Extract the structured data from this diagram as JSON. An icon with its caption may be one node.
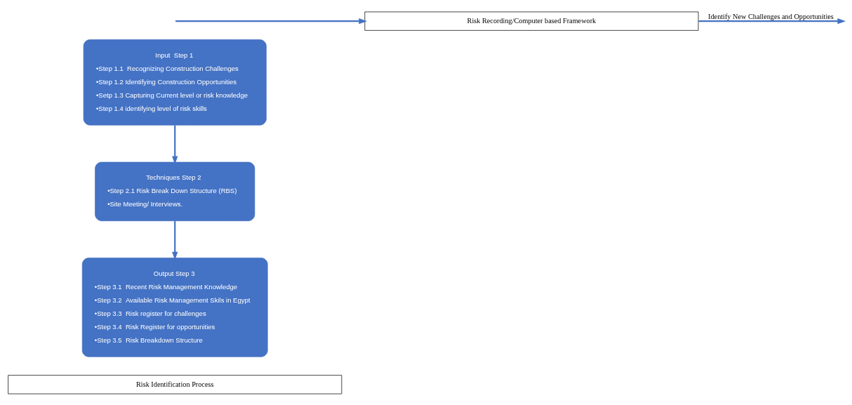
{
  "diagram": {
    "nodes": [
      {
        "text": [
          "Risk Identification Process"
        ]
      },
      {
        "text": [
          "Input  Step 1",
          "•Step 1.1  Recognizing Construction Challenges",
          "•Step 1.2 Identifying Construction Opportunities",
          "•Setp 1.3 Capturing Current level or risk knowledge",
          "•Step 1.4 identifying level of risk skills"
        ]
      },
      {
        "text": [
          "Techniques Step 2",
          "•Step 2.1 Risk Break Down Structure (RBS)",
          "•Site Meeting/ Interviews."
        ]
      },
      {
        "text": [
          "Output Step 3",
          "•Step 3.1  Recent Risk Management Knowledge",
          "•Step 3.2  Available Risk Management Skils in Egypt",
          "•Step 3.3  Risk register for challenges",
          "•Step 3.4  Risk Register for opportunities",
          "•Step 3.5  Risk Breakdown Structure"
        ]
      },
      {
        "text": [
          "Risk Recording/Computer based Framework"
        ]
      }
    ],
    "edges": [
      {
        "from": 1,
        "to": 2,
        "arrow": "to"
      },
      {
        "from": 2,
        "to": 3,
        "arrow": "to"
      },
      {
        "from": null,
        "to": 4,
        "arrow": "to"
      },
      {
        "from": 4,
        "to": null,
        "arrow": "to",
        "label": "Identify New Challenges and Opportunities"
      }
    ]
  }
}
